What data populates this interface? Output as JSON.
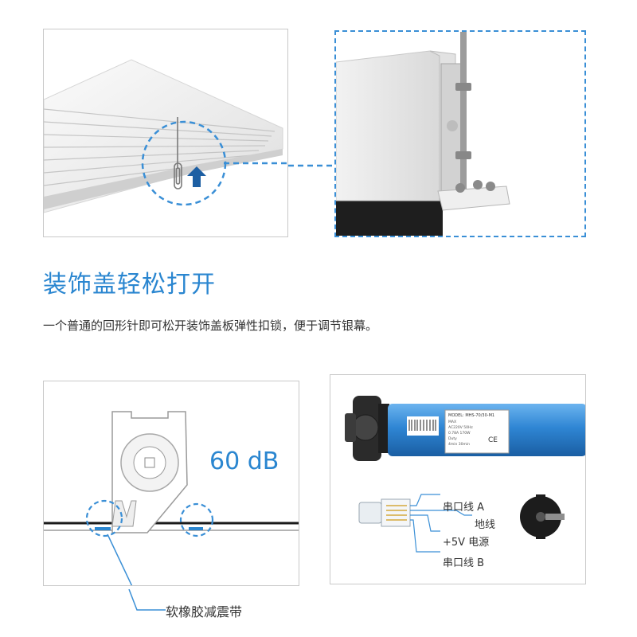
{
  "feature": {
    "title": "装饰盖轻松打开",
    "description": "一个普通的回形针即可松开装饰盖板弹性扣锁，便于调节银幕。"
  },
  "damper": {
    "noise_level": "60 dB",
    "label": "软橡胶减震带"
  },
  "motor": {
    "nameplate_lines": [
      "MODEL: MHS-70/30-M1",
      "MAX",
      "AC220V 50Hz",
      "0.78A 170W",
      "Duty",
      "4min 30min"
    ],
    "cable_pins": [
      {
        "label": "串口线 A"
      },
      {
        "label": "地线"
      },
      {
        "label": "+5V 电源"
      },
      {
        "label": "串口线 B"
      }
    ]
  },
  "colors": {
    "accent": "#2a86d0",
    "motor_tube": "#2f86d4",
    "callout_dash": "#3a8fd6"
  },
  "icons": {
    "paperclip": "paperclip-icon",
    "arrow": "arrow-up-icon"
  }
}
